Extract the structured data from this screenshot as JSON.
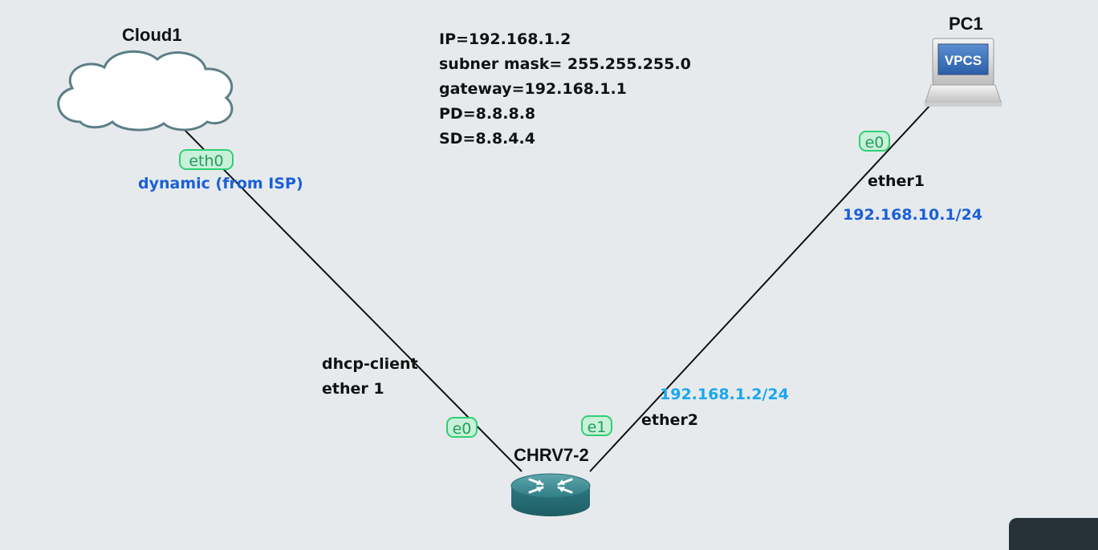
{
  "nodes": {
    "cloud": {
      "label": "Cloud1"
    },
    "pc": {
      "label": "PC1",
      "screen_text": "VPCS"
    },
    "router": {
      "label": "CHRV7-2"
    }
  },
  "note": {
    "lines": [
      "IP=192.168.1.2",
      "subner mask= 255.255.255.0",
      "gateway=192.168.1.1",
      "PD=8.8.8.8",
      "SD=8.8.4.4"
    ]
  },
  "ports": {
    "cloud_eth0": "eth0",
    "router_e0": "e0",
    "router_e1": "e1",
    "pc_e0": "e0"
  },
  "annotations": {
    "dynamic": "dynamic (from ISP)",
    "dhcp_client": "dhcp-client",
    "ether1_left": "ether 1",
    "ether1_right": "ether1",
    "pc_subnet": "192.168.10.1/24",
    "router_e1_ip": "192.168.1.2/24",
    "ether2": "ether2"
  },
  "colors": {
    "background": "#e7eaed",
    "port_fill": "#c9f1d9",
    "port_border": "#2fcf73",
    "link_line": "#111111",
    "annotation_blue": "#1a5fd8",
    "annotation_lightblue": "#19a7f0"
  }
}
